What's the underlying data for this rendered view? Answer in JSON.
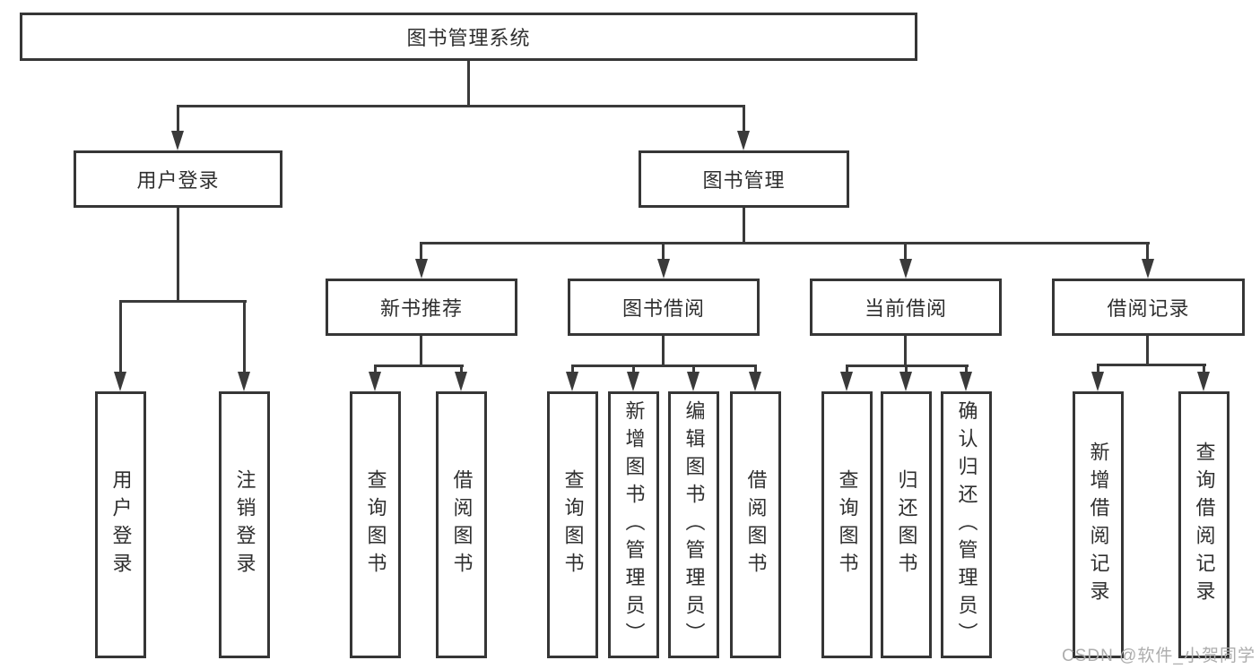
{
  "diagram_type": "hierarchy-tree",
  "watermark": "CSDN @软件_小贺同学",
  "colors": {
    "background": "#ffffff",
    "line": "#3a3a3a",
    "border": "#363636",
    "text": "#2f2f2f",
    "watermark": "#adadad"
  },
  "tree": {
    "label": "图书管理系统",
    "children": [
      {
        "label": "用户登录",
        "children": [
          {
            "label": "用户登录"
          },
          {
            "label": "注销登录"
          }
        ]
      },
      {
        "label": "图书管理",
        "children": [
          {
            "label": "新书推荐",
            "children": [
              {
                "label": "查询图书"
              },
              {
                "label": "借阅图书"
              }
            ]
          },
          {
            "label": "图书借阅",
            "children": [
              {
                "label": "查询图书"
              },
              {
                "label": "新增图书（管理员）"
              },
              {
                "label": "编辑图书（管理员）"
              },
              {
                "label": "借阅图书"
              }
            ]
          },
          {
            "label": "当前借阅",
            "children": [
              {
                "label": "查询图书"
              },
              {
                "label": "归还图书"
              },
              {
                "label": "确认归还（管理员）"
              }
            ]
          },
          {
            "label": "借阅记录",
            "children": [
              {
                "label": "新增借阅记录"
              },
              {
                "label": "查询借阅记录"
              }
            ]
          }
        ]
      }
    ]
  }
}
